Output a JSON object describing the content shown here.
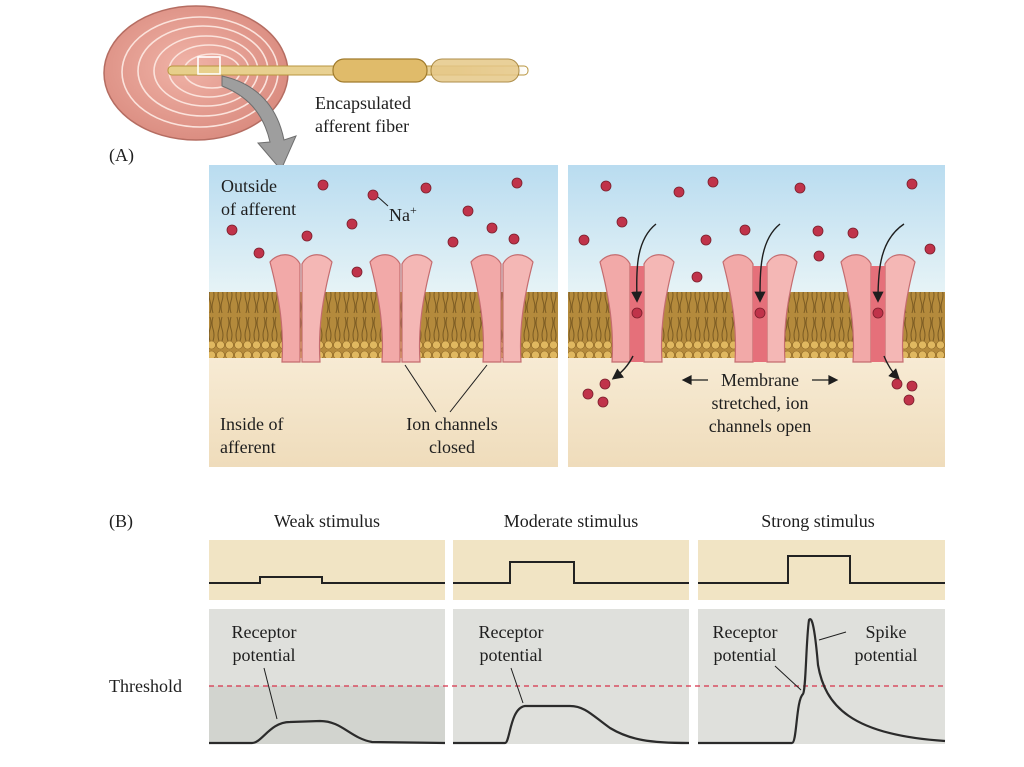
{
  "fiber": {
    "label_line1": "Encapsulated",
    "label_line2": "afferent fiber"
  },
  "panel_a": {
    "letter": "(A)",
    "outside_line1": "Outside",
    "outside_line2": "of afferent",
    "ion_label": "Na",
    "ion_charge": "+",
    "inside_line1": "Inside of",
    "inside_line2": "afferent",
    "closed_line1": "Ion channels",
    "closed_line2": "closed",
    "open_line1": "Membrane",
    "open_line2": "stretched, ion",
    "open_line3": "channels open"
  },
  "panel_b": {
    "letter": "(B)",
    "threshold_label": "Threshold",
    "columns": [
      {
        "title": "Weak stimulus",
        "stimulus_level": 0.35,
        "response": "subthreshold-small",
        "label_a1": "Receptor",
        "label_a2": "potential"
      },
      {
        "title": "Moderate stimulus",
        "stimulus_level": 1.0,
        "response": "subthreshold-large",
        "label_a1": "Receptor",
        "label_a2": "potential"
      },
      {
        "title": "Strong stimulus",
        "stimulus_level": 1.0,
        "response": "spike",
        "label_a1": "Receptor",
        "label_a2": "potential",
        "label_b1": "Spike",
        "label_b2": "potential"
      }
    ]
  },
  "colors": {
    "outside_fluid": "#cfe7f4",
    "inside_fluid": "#f4e6cc",
    "membrane": "#c9a04e",
    "channel": "#f2a9a8",
    "ion": "#c0334a",
    "threshold": "#d8324a",
    "stimulus_bg": "#f1e4c4",
    "response_bg": "#dfe0dc"
  }
}
